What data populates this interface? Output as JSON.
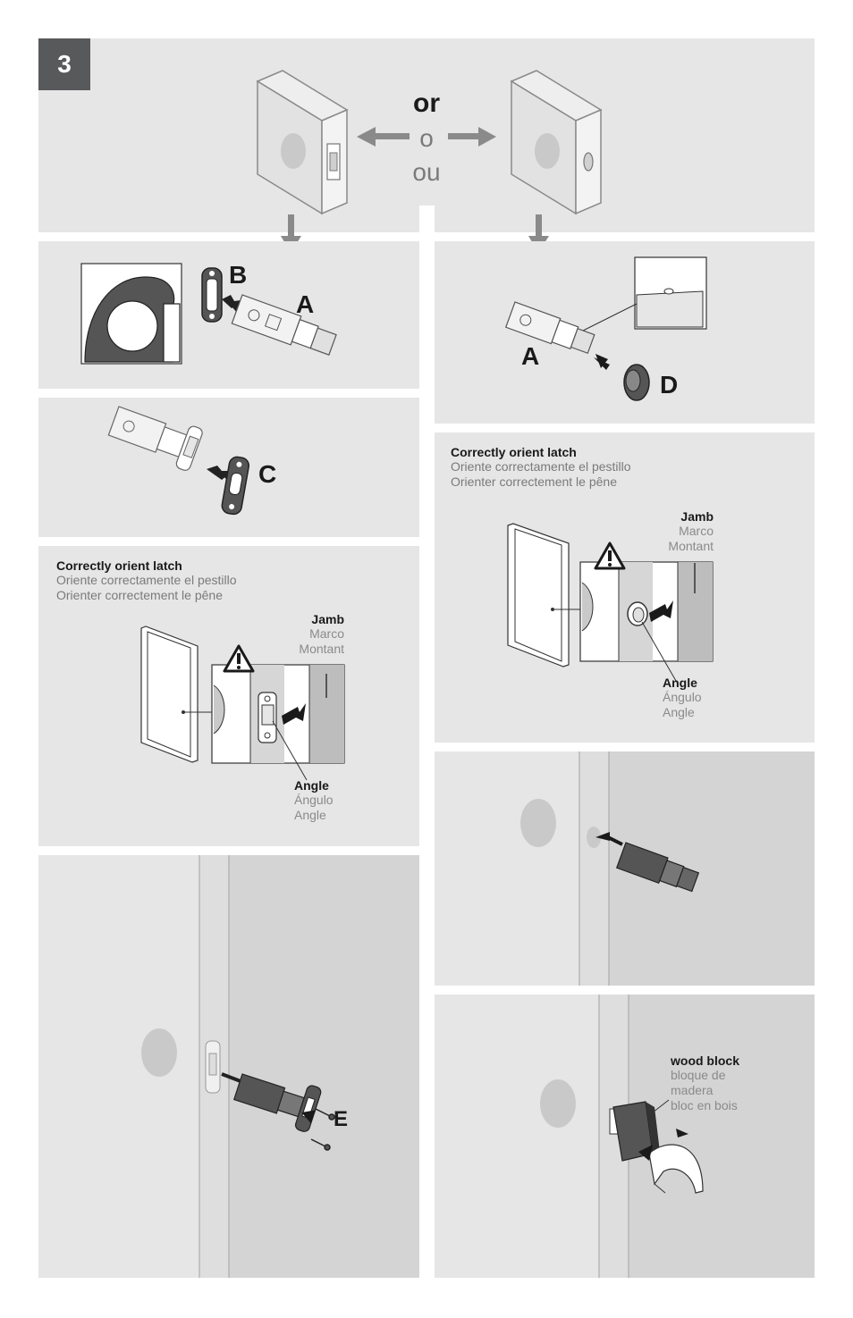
{
  "step_number": "3",
  "choice": {
    "en": "or",
    "es": "o",
    "fr": "ou"
  },
  "parts": {
    "a": "A",
    "b": "B",
    "c": "C",
    "d": "D",
    "e": "E"
  },
  "orient_note": {
    "title": "Correctly orient latch",
    "es": "Oriente correctamente el pestillo",
    "fr": "Orienter correctement le pêne"
  },
  "jamb": {
    "en": "Jamb",
    "es": "Marco",
    "fr": "Montant"
  },
  "angle": {
    "en": "Angle",
    "es": "Ángulo",
    "fr": "Angle"
  },
  "wood_block": {
    "en": "wood block",
    "es_line1": "bloque de",
    "es_line2": "madera",
    "fr": "bloc en bois"
  },
  "icons": [
    "warning-icon",
    "arrow-icon"
  ],
  "colors": {
    "panel": "#e6e6e7",
    "badge": "#58595b",
    "arrow": "#8a8a8a"
  }
}
